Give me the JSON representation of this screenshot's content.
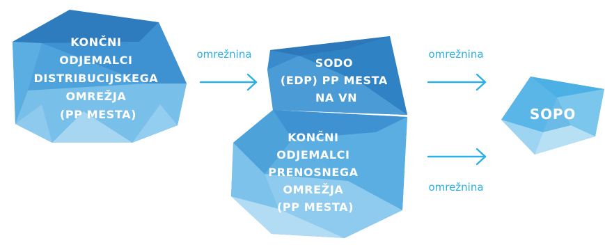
{
  "colors": {
    "accent": "#2ab0e4",
    "facet_dark": "#2f7fbf",
    "facet_mid": "#5aaee0",
    "facet_light": "#a9d8f2"
  },
  "nodes": {
    "distribution_consumers": {
      "lines": [
        "KONČNI",
        "ODJEMALCI",
        "DISTRIBUCIJSKEGA",
        "OMREŽJA",
        "(PP MESTA)"
      ]
    },
    "sodo": {
      "lines": [
        "SODO",
        "(EDP) PP MESTA",
        "NA VN"
      ]
    },
    "transmission_consumers": {
      "lines": [
        "KONČNI",
        "ODJEMALCI",
        "PRENOSNEGA",
        "OMREŽJA",
        "(PP MESTA)"
      ]
    },
    "sopo": {
      "lines": [
        "SOPO"
      ]
    }
  },
  "edges": {
    "dist_to_sodo": "omrežnina",
    "sodo_to_sopo": "omrežnina",
    "trans_to_sopo": "omrežnina"
  }
}
